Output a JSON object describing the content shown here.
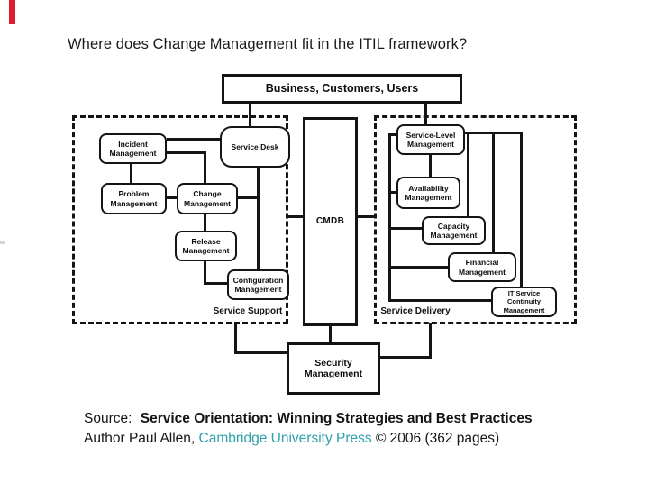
{
  "slide": {
    "title": "Where does Change Management fit in the ITIL framework?"
  },
  "diagram": {
    "top_box": "Business, Customers, Users",
    "cmdb": "CMDB",
    "security": "Security Management",
    "service_support_label": "Service Support",
    "service_delivery_label": "Service Delivery",
    "incident": "Incident Management",
    "service_desk": "Service Desk",
    "problem": "Problem Management",
    "change": "Change Management",
    "release": "Release Management",
    "configuration": "Configuration Management",
    "service_level": "Service-Level Management",
    "availability": "Availability Management",
    "capacity": "Capacity Management",
    "financial": "Financial Management",
    "it_service_continuity": "IT Service Continuity Management"
  },
  "source": {
    "prefix": "Source:",
    "book_title": "Service Orientation: Winning Strategies and Best Practices",
    "author_prefix": "Author Paul Allen,",
    "publisher": "Cambridge University Press",
    "suffix": "© 2006 (362 pages)"
  },
  "colors": {
    "link_teal": "#2E9FAC",
    "accent_red": "#E01D2E",
    "line_black": "#151515"
  }
}
